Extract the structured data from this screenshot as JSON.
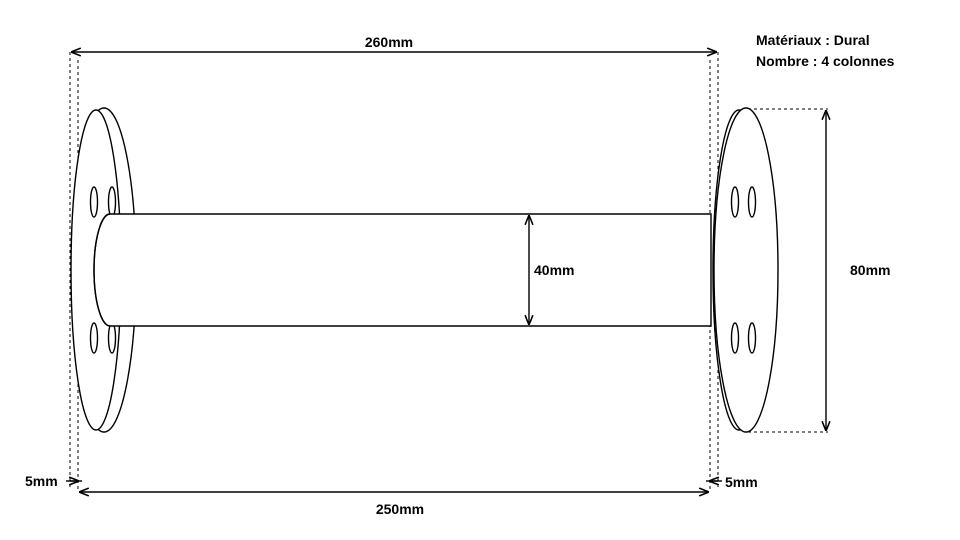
{
  "notes": {
    "material": "Matériaux : Dural",
    "count": "Nombre : 4 colonnes"
  },
  "dimensions": {
    "overall_length": "260mm",
    "shaft_length": "250mm",
    "shaft_diameter": "40mm",
    "flange_diameter": "80mm",
    "flange_thickness_left": "5mm",
    "flange_thickness_right": "5mm"
  },
  "colors": {
    "stroke": "#000000",
    "background": "#ffffff"
  }
}
